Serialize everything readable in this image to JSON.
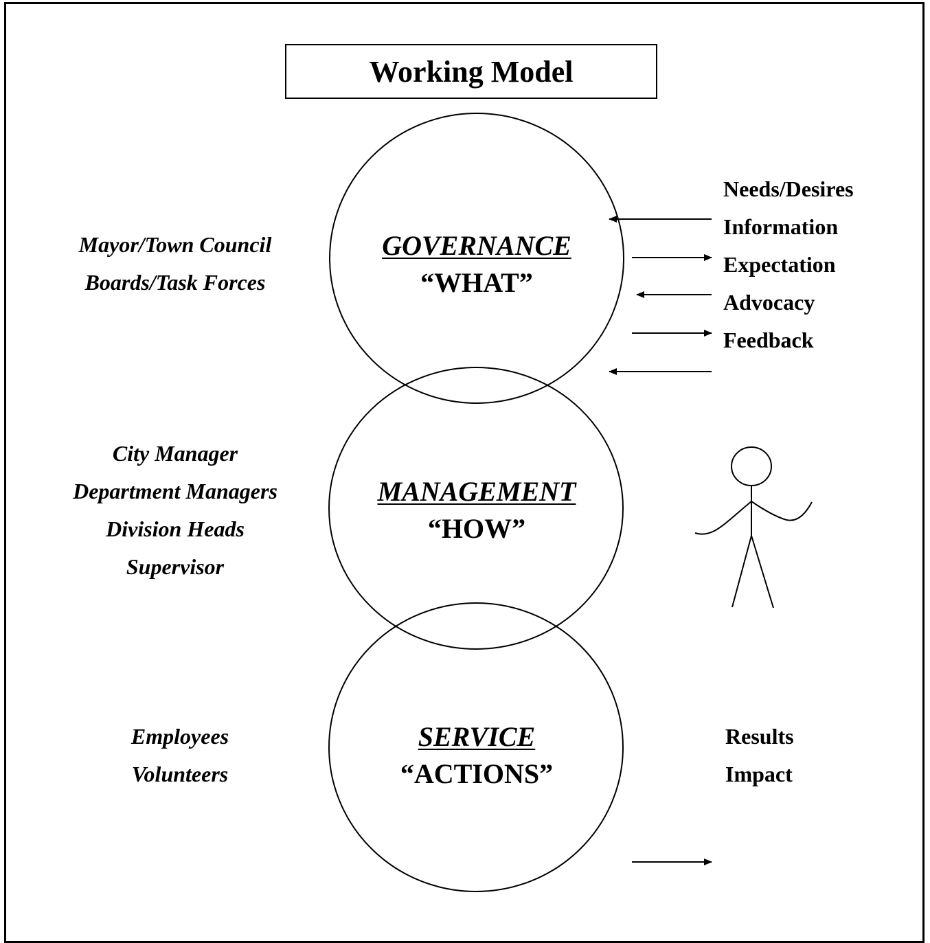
{
  "title": "Working Model",
  "levels": [
    {
      "name": "GOVERNANCE",
      "quote": "“WHAT”",
      "roles": [
        "Mayor/Town Council",
        "Boards/Task Forces"
      ]
    },
    {
      "name": "MANAGEMENT",
      "quote": "“HOW”",
      "roles": [
        "City Manager",
        "Department Managers",
        "Division Heads",
        "Supervisor"
      ]
    },
    {
      "name": "SERVICE",
      "quote": "“ACTIONS”",
      "roles": [
        "Employees",
        "Volunteers"
      ]
    }
  ],
  "governance_flows": [
    "Needs/Desires",
    "Information",
    "Expectation",
    "Advocacy",
    "Feedback"
  ],
  "service_outcomes": [
    "Results",
    "Impact"
  ],
  "arrow_directions": {
    "governance": [
      "left",
      "right",
      "left",
      "right",
      "left"
    ],
    "service": [
      "right"
    ]
  },
  "icons": {
    "citizen": "stick-figure-icon"
  }
}
